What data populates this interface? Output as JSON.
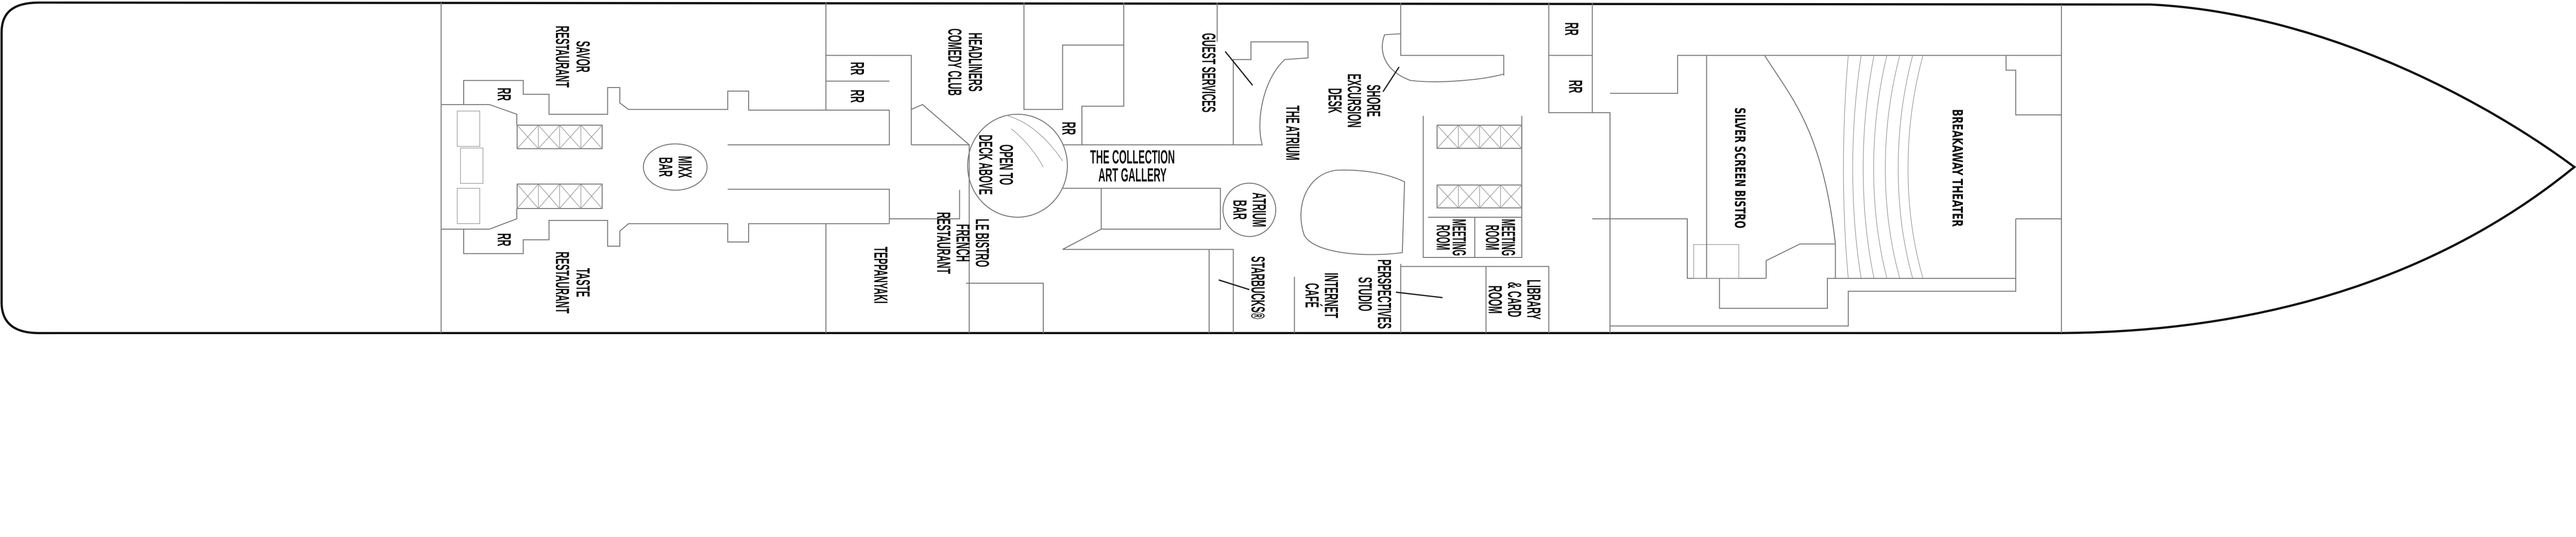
{
  "deck_plan": {
    "rooms": {
      "savor": [
        "SAVOR",
        "RESTAURANT"
      ],
      "taste": [
        "TASTE",
        "RESTAURANT"
      ],
      "mixx_bar": [
        "MIXX",
        "BAR"
      ],
      "headliners": [
        "HEADLINERS",
        "COMEDY CLUB"
      ],
      "open_to_deck": [
        "OPEN TO",
        "DECK ABOVE"
      ],
      "le_bistro": [
        "LE BISTRO",
        "FRENCH",
        "RESTAURANT"
      ],
      "teppanyaki": [
        "TEPPANYAKI"
      ],
      "collection": [
        "THE COLLECTION",
        "ART GALLERY"
      ],
      "guest_services": [
        "GUEST SERVICES"
      ],
      "atrium": [
        "THE ATRIUM"
      ],
      "shore_excursion": [
        "SHORE",
        "EXCURSION",
        "DESK"
      ],
      "atrium_bar": [
        "ATRIUM",
        "BAR"
      ],
      "starbucks": [
        "STARBUCKS®"
      ],
      "internet_cafe": [
        "INTERNET",
        "CAFÉ"
      ],
      "perspectives": [
        "PERSPECTIVES",
        "STUDIO"
      ],
      "meeting_room_1": [
        "MEETING",
        "ROOM"
      ],
      "meeting_room_2": [
        "MEETING",
        "ROOM"
      ],
      "library": [
        "LIBRARY",
        "& CARD",
        "ROOM"
      ],
      "silver_screen": [
        "SILVER SCREEN BISTRO"
      ],
      "breakaway": [
        "BREAKAWAY THEATER"
      ]
    },
    "restroom_label": "RR"
  }
}
